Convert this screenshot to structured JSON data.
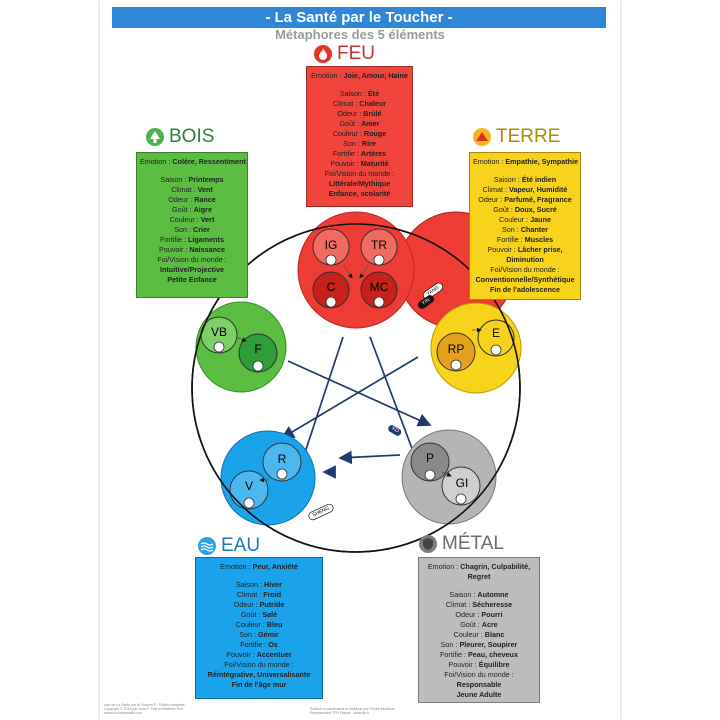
{
  "header": {
    "title": "- La Santé par le Toucher -",
    "subtitle": "Métaphores des 5 éléments"
  },
  "colors": {
    "banner": "#2f86d6",
    "feu": "#ee3b33",
    "terre": "#f7d31b",
    "bois": "#5cbd43",
    "eau": "#1aa3ea",
    "metal": "#a7a7a7"
  },
  "elements": {
    "feu": {
      "title": "FEU",
      "icon": "flame-icon",
      "emotion_label": "Emotion :",
      "emotion": "Joie, Amour, Haine",
      "rows": [
        {
          "label": "Saison :",
          "value": "Été"
        },
        {
          "label": "Climat :",
          "value": "Chaleur"
        },
        {
          "label": "Odeur :",
          "value": "Brûlé"
        },
        {
          "label": "Goût :",
          "value": "Amer"
        },
        {
          "label": "Couleur :",
          "value": "Rouge"
        },
        {
          "label": "Son :",
          "value": "Rire"
        },
        {
          "label": "Fortifie :",
          "value": "Artères"
        },
        {
          "label": "Pouvoir :",
          "value": "Maturité"
        }
      ],
      "foi_label": "Foi/Vision du monde :",
      "foi_lines": [
        "Littérale/Mythique",
        "Enfance, scolarité"
      ]
    },
    "bois": {
      "title": "BOIS",
      "icon": "tree-icon",
      "emotion_label": "Emotion :",
      "emotion": "Colère, Ressentiment",
      "rows": [
        {
          "label": "Saison :",
          "value": "Printemps"
        },
        {
          "label": "Climat :",
          "value": "Vent"
        },
        {
          "label": "Odeur :",
          "value": "Rance"
        },
        {
          "label": "Goût :",
          "value": "Aigre"
        },
        {
          "label": "Couleur :",
          "value": "Vert"
        },
        {
          "label": "Son :",
          "value": "Crier"
        },
        {
          "label": "Fortifie :",
          "value": "Ligaments"
        },
        {
          "label": "Pouvoir :",
          "value": "Naissance"
        }
      ],
      "foi_label": "Foi/Vision du monde :",
      "foi_lines": [
        "Intuitive/Projective",
        "Petite Enfance"
      ]
    },
    "terre": {
      "title": "TERRE",
      "icon": "mountain-icon",
      "emotion_label": "Emotion :",
      "emotion": "Empathie, Sympathie",
      "rows": [
        {
          "label": "Saison :",
          "value": "Été indien"
        },
        {
          "label": "Climat :",
          "value": "Vapeur, Humidité"
        },
        {
          "label": "Odeur :",
          "value": "Parfumé, Fragrance"
        },
        {
          "label": "Goût :",
          "value": "Doux, Sucré"
        },
        {
          "label": "Couleur :",
          "value": "Jaune"
        },
        {
          "label": "Son :",
          "value": "Chanter"
        },
        {
          "label": "Fortifie :",
          "value": "Muscles"
        },
        {
          "label": "Pouvoir :",
          "value": "Lâcher prise,"
        }
      ],
      "pouvoir_extra": "Diminution",
      "foi_label": "Foi/Vision du monde :",
      "foi_lines": [
        "Conventionnelle/Synthétique",
        "Fin de l'adolescence"
      ]
    },
    "eau": {
      "title": "EAU",
      "icon": "water-icon",
      "emotion_label": "Emotion :",
      "emotion": "Peur, Anxiété",
      "rows": [
        {
          "label": "Saison :",
          "value": "Hiver"
        },
        {
          "label": "Climat :",
          "value": "Froid"
        },
        {
          "label": "Odeur :",
          "value": "Putride"
        },
        {
          "label": "Goût :",
          "value": "Salé"
        },
        {
          "label": "Couleur :",
          "value": "Bleu"
        },
        {
          "label": "Son :",
          "value": "Gémir"
        },
        {
          "label": "Fortifie :",
          "value": "Os"
        },
        {
          "label": "Pouvoir :",
          "value": "Accentuer"
        }
      ],
      "foi_label": "Foi/Vision du monde :",
      "foi_lines": [
        "Réintégrative, Universalisante",
        "Fin de l'âge mur"
      ]
    },
    "metal": {
      "title": "MÉTAL",
      "icon": "shield-icon",
      "emotion_label": "Emotion :",
      "emotion": "Chagrin, Culpabilité,",
      "emotion_extra": "Regret",
      "rows": [
        {
          "label": "Saison :",
          "value": "Automne"
        },
        {
          "label": "Climat :",
          "value": "Sécheresse"
        },
        {
          "label": "Odeur :",
          "value": "Pourri"
        },
        {
          "label": "Goût :",
          "value": "Acre"
        },
        {
          "label": "Couleur :",
          "value": "Blanc"
        },
        {
          "label": "Son :",
          "value": "Pleurer, Soupirer"
        },
        {
          "label": "Fortifie :",
          "value": "Peau, cheveux"
        },
        {
          "label": "Pouvoir :",
          "value": "Équilibre"
        }
      ],
      "foi_label": "Foi/Vision du monde :",
      "foi_lines": [
        "Responsable",
        "Jeune Adulte"
      ]
    }
  },
  "organs": {
    "ig": "IG",
    "tr": "TR",
    "c": "C",
    "mc": "MC",
    "e": "E",
    "rp": "RP",
    "vb": "VB",
    "f": "F",
    "r": "R",
    "v": "V",
    "p": "P",
    "gi": "GI"
  },
  "cycle_labels": {
    "yang": "YANG",
    "yin": "YIN",
    "ko": "KO",
    "sheng": "SHENG"
  },
  "footer": {
    "left_1": "Issu de La Santé par le Toucher® / Edition complète",
    "left_2": "Copyright © 2016 par John F. Thie et Matthew Thie",
    "left_3": "www.touchforhealth.com",
    "right_1": "Réalisé en partenariat et distribué par Fredric Madenin",
    "right_2": "Représentant TFH France - www.tfh.fr"
  }
}
